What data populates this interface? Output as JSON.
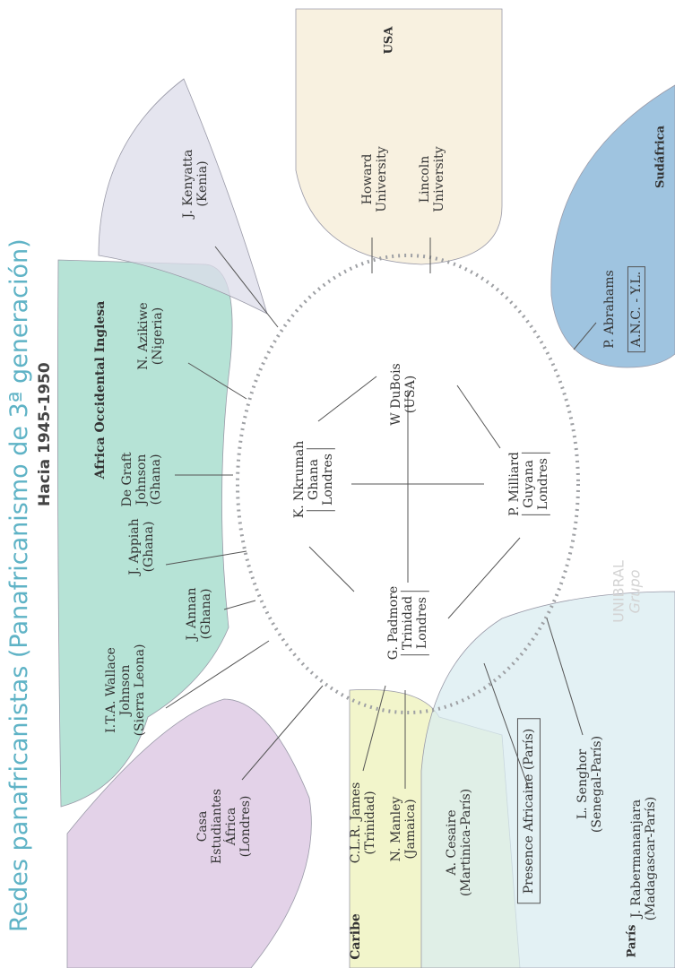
{
  "title": "Redes panafricanistas (Panafricanismo de 3ª generación)",
  "subtitle": "Hacia 1945-1950",
  "colors": {
    "title": "#5fb3c6",
    "westAfrica": "#9ed9c8",
    "kenya": "#dcdce9",
    "usa": "#f5ecd6",
    "sudafrica": "#7fb0d6",
    "casa": "#d9c3e0",
    "caribe": "#eef1b9",
    "paris": "#d9ecf0",
    "circle": "#9ea0a4",
    "line": "#555555"
  },
  "regions": {
    "westAfrica": "Africa Occidental Inglesa",
    "usa": "USA",
    "sudafrica": "Sudáfrica",
    "caribe": "Caribe",
    "paris": "París"
  },
  "center": {
    "nkrumah": [
      "K. Nkrumah",
      "Ghana",
      "Londres"
    ],
    "dubois": [
      "W DuBois",
      "(USA)"
    ],
    "padmore": [
      "G. Padmore",
      "Trinidad",
      "Londres"
    ],
    "milliard": [
      "P. Milliard",
      "Guyana",
      "Londres"
    ]
  },
  "people": {
    "wallace": [
      "I.T.A. Wallace",
      "Johnson",
      "(Sierra Leona)"
    ],
    "annan": [
      "J. Annan",
      "(Ghana)"
    ],
    "appiah": [
      "J. Appiah",
      "(Ghana)"
    ],
    "degraft": [
      "De Graft",
      "Johnson",
      "(Ghana)"
    ],
    "azikiwe": [
      "N. Azikiwe",
      "(Nigeria)"
    ],
    "kenyatta": [
      "J. Kenyatta",
      "(Kenia)"
    ],
    "howard": [
      "Howard",
      "University"
    ],
    "lincoln": [
      "Lincoln",
      "University"
    ],
    "abrahams": "P. Abrahams",
    "ancyl": "A.N.C. - Y.L.",
    "casa": [
      "Casa",
      "Estudiantes",
      "África",
      "(Londres)"
    ],
    "james": [
      "C.L.R. James",
      "(Trinidad)"
    ],
    "manley": [
      "N. Manley",
      "(Jamaica)"
    ],
    "cesaire": [
      "A. Cesaire",
      "(Martinica-París)"
    ],
    "presence": "Presence Africaine (París)",
    "senghor": [
      "L. Senghor",
      "(Senegal-París)"
    ],
    "rabermananjara": [
      "J. Rabermananjara",
      "(Madagascar-París)"
    ]
  },
  "watermark": [
    "UNIBRAL",
    "Grupo"
  ]
}
